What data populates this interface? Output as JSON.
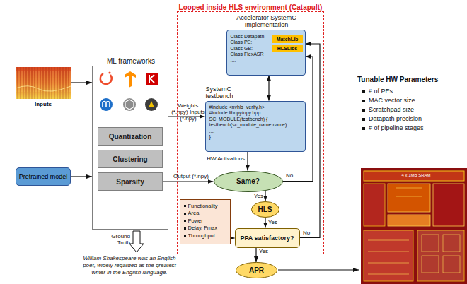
{
  "diagram": {
    "nodes": [
      {
        "text": [
          "Inputs"
        ]
      },
      {
        "text": [
          "Pretrained model"
        ]
      },
      {
        "text": [
          "ML frameworks"
        ]
      },
      {
        "text": [
          "Quantization"
        ],
        "in": 2
      },
      {
        "text": [
          "Clustering"
        ],
        "in": 2
      },
      {
        "text": [
          "Sparsity"
        ],
        "in": 2
      },
      {
        "text": [
          "Looped inside HLS environment (Catapult)"
        ]
      },
      {
        "text": [
          "Accelerator SystemC Implementation",
          "Class Datapath",
          "Class PE:",
          "Class GB:",
          "Class FlexASR",
          "...."
        ],
        "in": 6
      },
      {
        "text": [
          "MatchLib"
        ],
        "in": 7
      },
      {
        "text": [
          "HLSLibs"
        ],
        "in": 7
      },
      {
        "text": [
          "SystemC testbench",
          "#include <nvhls_verify.h>",
          "#include libnpy/npy.hpp",
          "SC_MODULE(testbench) {",
          "testbench(sc_module_name name)",
          "....",
          "}"
        ],
        "in": 6
      },
      {
        "text": [
          "Same?"
        ],
        "in": 6
      },
      {
        "text": [
          "HLS"
        ],
        "in": 6
      },
      {
        "text": [
          "Functionality",
          "Area",
          "Power",
          "Delay, Fmax",
          "Throughput"
        ],
        "in": 6
      },
      {
        "text": [
          "PPA satisfactory?"
        ],
        "in": 6
      },
      {
        "text": [
          "APR"
        ]
      }
    ],
    "edges": [
      {
        "from": 0,
        "to": 2,
        "arrow": "to"
      },
      {
        "from": 1,
        "to": 2,
        "arrow": "to"
      },
      {
        "from": 2,
        "to": 10,
        "arrow": "to",
        "label": "Weights (*.npy) Inputs (*.npy)"
      },
      {
        "from": 7,
        "to": 10,
        "arrow": "both"
      },
      {
        "from": 10,
        "to": 11,
        "arrow": "to",
        "label": "HW Activations"
      },
      {
        "from": 5,
        "to": 11,
        "arrow": "to",
        "label": "Output (*.npy)"
      },
      {
        "from": 11,
        "to": 7,
        "arrow": "to",
        "label": "No"
      },
      {
        "from": 11,
        "to": 12,
        "arrow": "to",
        "label": "Yes"
      },
      {
        "from": 12,
        "to": 14,
        "arrow": "to",
        "label": "Yes"
      },
      {
        "from": 13,
        "to": 14,
        "arrow": "to"
      },
      {
        "from": 14,
        "to": 7,
        "arrow": "to",
        "label": "No"
      },
      {
        "from": 14,
        "to": 15,
        "arrow": "to",
        "label": "Yes"
      }
    ],
    "labels": [
      "Ground Truth",
      "William Shakespeare was an English poet, widely regarded as the greatest writer in the English language.",
      "Tunable HW Parameters",
      "# of PEs",
      "MAC vector size",
      "Scratchpad size",
      "Datapath precision",
      "# of pipeline stages",
      "4 x 1MB SRAM"
    ]
  }
}
